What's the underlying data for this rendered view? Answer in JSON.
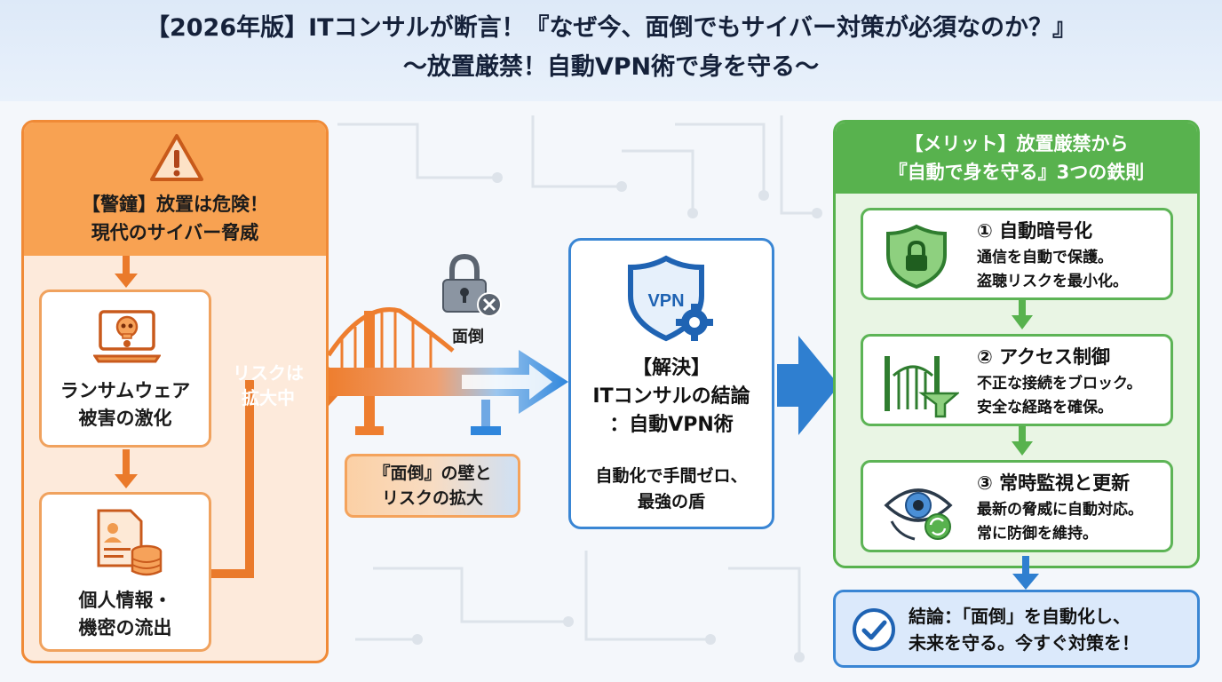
{
  "header": {
    "title_line1": "【2026年版】ITコンサルが断言！『なぜ今、面倒でもサイバー対策が必須なのか？』",
    "title_line2": "〜放置厳禁！自動VPN術で身を守る〜"
  },
  "left_panel": {
    "title_line1": "【警鐘】放置は危険！",
    "title_line2": "現代のサイバー脅威",
    "icon": "warning-icon",
    "cards": [
      {
        "line1": "ランサムウェア",
        "line2": "被害の激化",
        "icon": "laptop-skull-icon"
      },
      {
        "line1": "個人情報・",
        "line2": "機密の流出",
        "icon": "document-database-icon"
      }
    ],
    "risk_label_line1": "リスクは",
    "risk_label_line2": "拡大中"
  },
  "bridge": {
    "lock_label": "面倒",
    "wall_line1": "『面倒』の壁と",
    "wall_line2": "リスクの拡大"
  },
  "center": {
    "badge": "VPN",
    "line1": "【解決】",
    "line2": "ITコンサルの結論",
    "line3": "：自動VPN術",
    "sub1": "自動化で手間ゼロ、",
    "sub2": "最強の盾"
  },
  "right_panel": {
    "title_line1": "【メリット】放置厳禁から",
    "title_line2": "『自動で身を守る』3つの鉄則",
    "items": [
      {
        "heading": "① 自動暗号化",
        "desc1": "通信を自動で保護。",
        "desc2": "盗聴リスクを最小化。",
        "icon": "shield-lock-icon"
      },
      {
        "heading": "② アクセス制御",
        "desc1": "不正な接続をブロック。",
        "desc2": "安全な経路を確保。",
        "icon": "gate-filter-icon"
      },
      {
        "heading": "③ 常時監視と更新",
        "desc1": "最新の脅威に自動対応。",
        "desc2": "常に防御を維持。",
        "icon": "eye-refresh-icon"
      }
    ]
  },
  "conclusion": {
    "line1": "結論：「面倒」を自動化し、",
    "line2": "未来を守る。今すぐ対策を！",
    "icon": "check-circle-icon"
  },
  "colors": {
    "orange": "#f08a36",
    "blue": "#2f7fd0",
    "green": "#58b24e",
    "navy": "#15213a"
  }
}
